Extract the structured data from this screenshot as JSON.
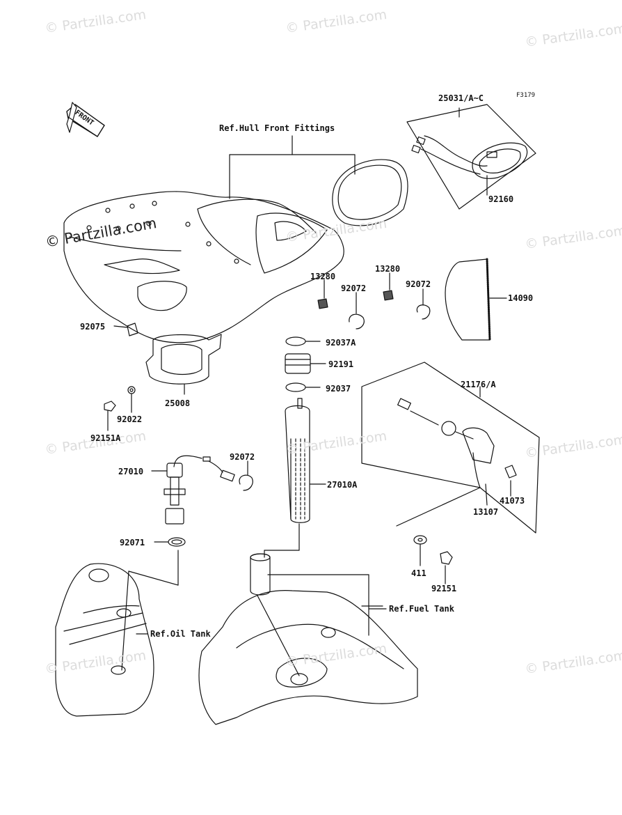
{
  "watermark_text": "© Partzilla.com",
  "figure_code": "F3179",
  "front_arrow_label": "FRONT",
  "reference_labels": {
    "hull_front": "Ref.Hull Front Fittings",
    "fuel_tank": "Ref.Fuel Tank",
    "oil_tank": "Ref.Oil Tank"
  },
  "parts": {
    "p25031": "25031/A~C",
    "p92160": "92160",
    "p14090": "14090",
    "p13280a": "13280",
    "p13280b": "13280",
    "p92072a": "92072",
    "p92072b": "92072",
    "p92072c": "92072",
    "p92075": "92075",
    "p92037A": "92037A",
    "p92191": "92191",
    "p92037": "92037",
    "p25008": "25008",
    "p92022": "92022",
    "p92151A": "92151A",
    "p21176": "21176/A",
    "p27010": "27010",
    "p27010A": "27010A",
    "p41073": "41073",
    "p13107": "13107",
    "p92071": "92071",
    "p411": "411",
    "p92151": "92151"
  }
}
